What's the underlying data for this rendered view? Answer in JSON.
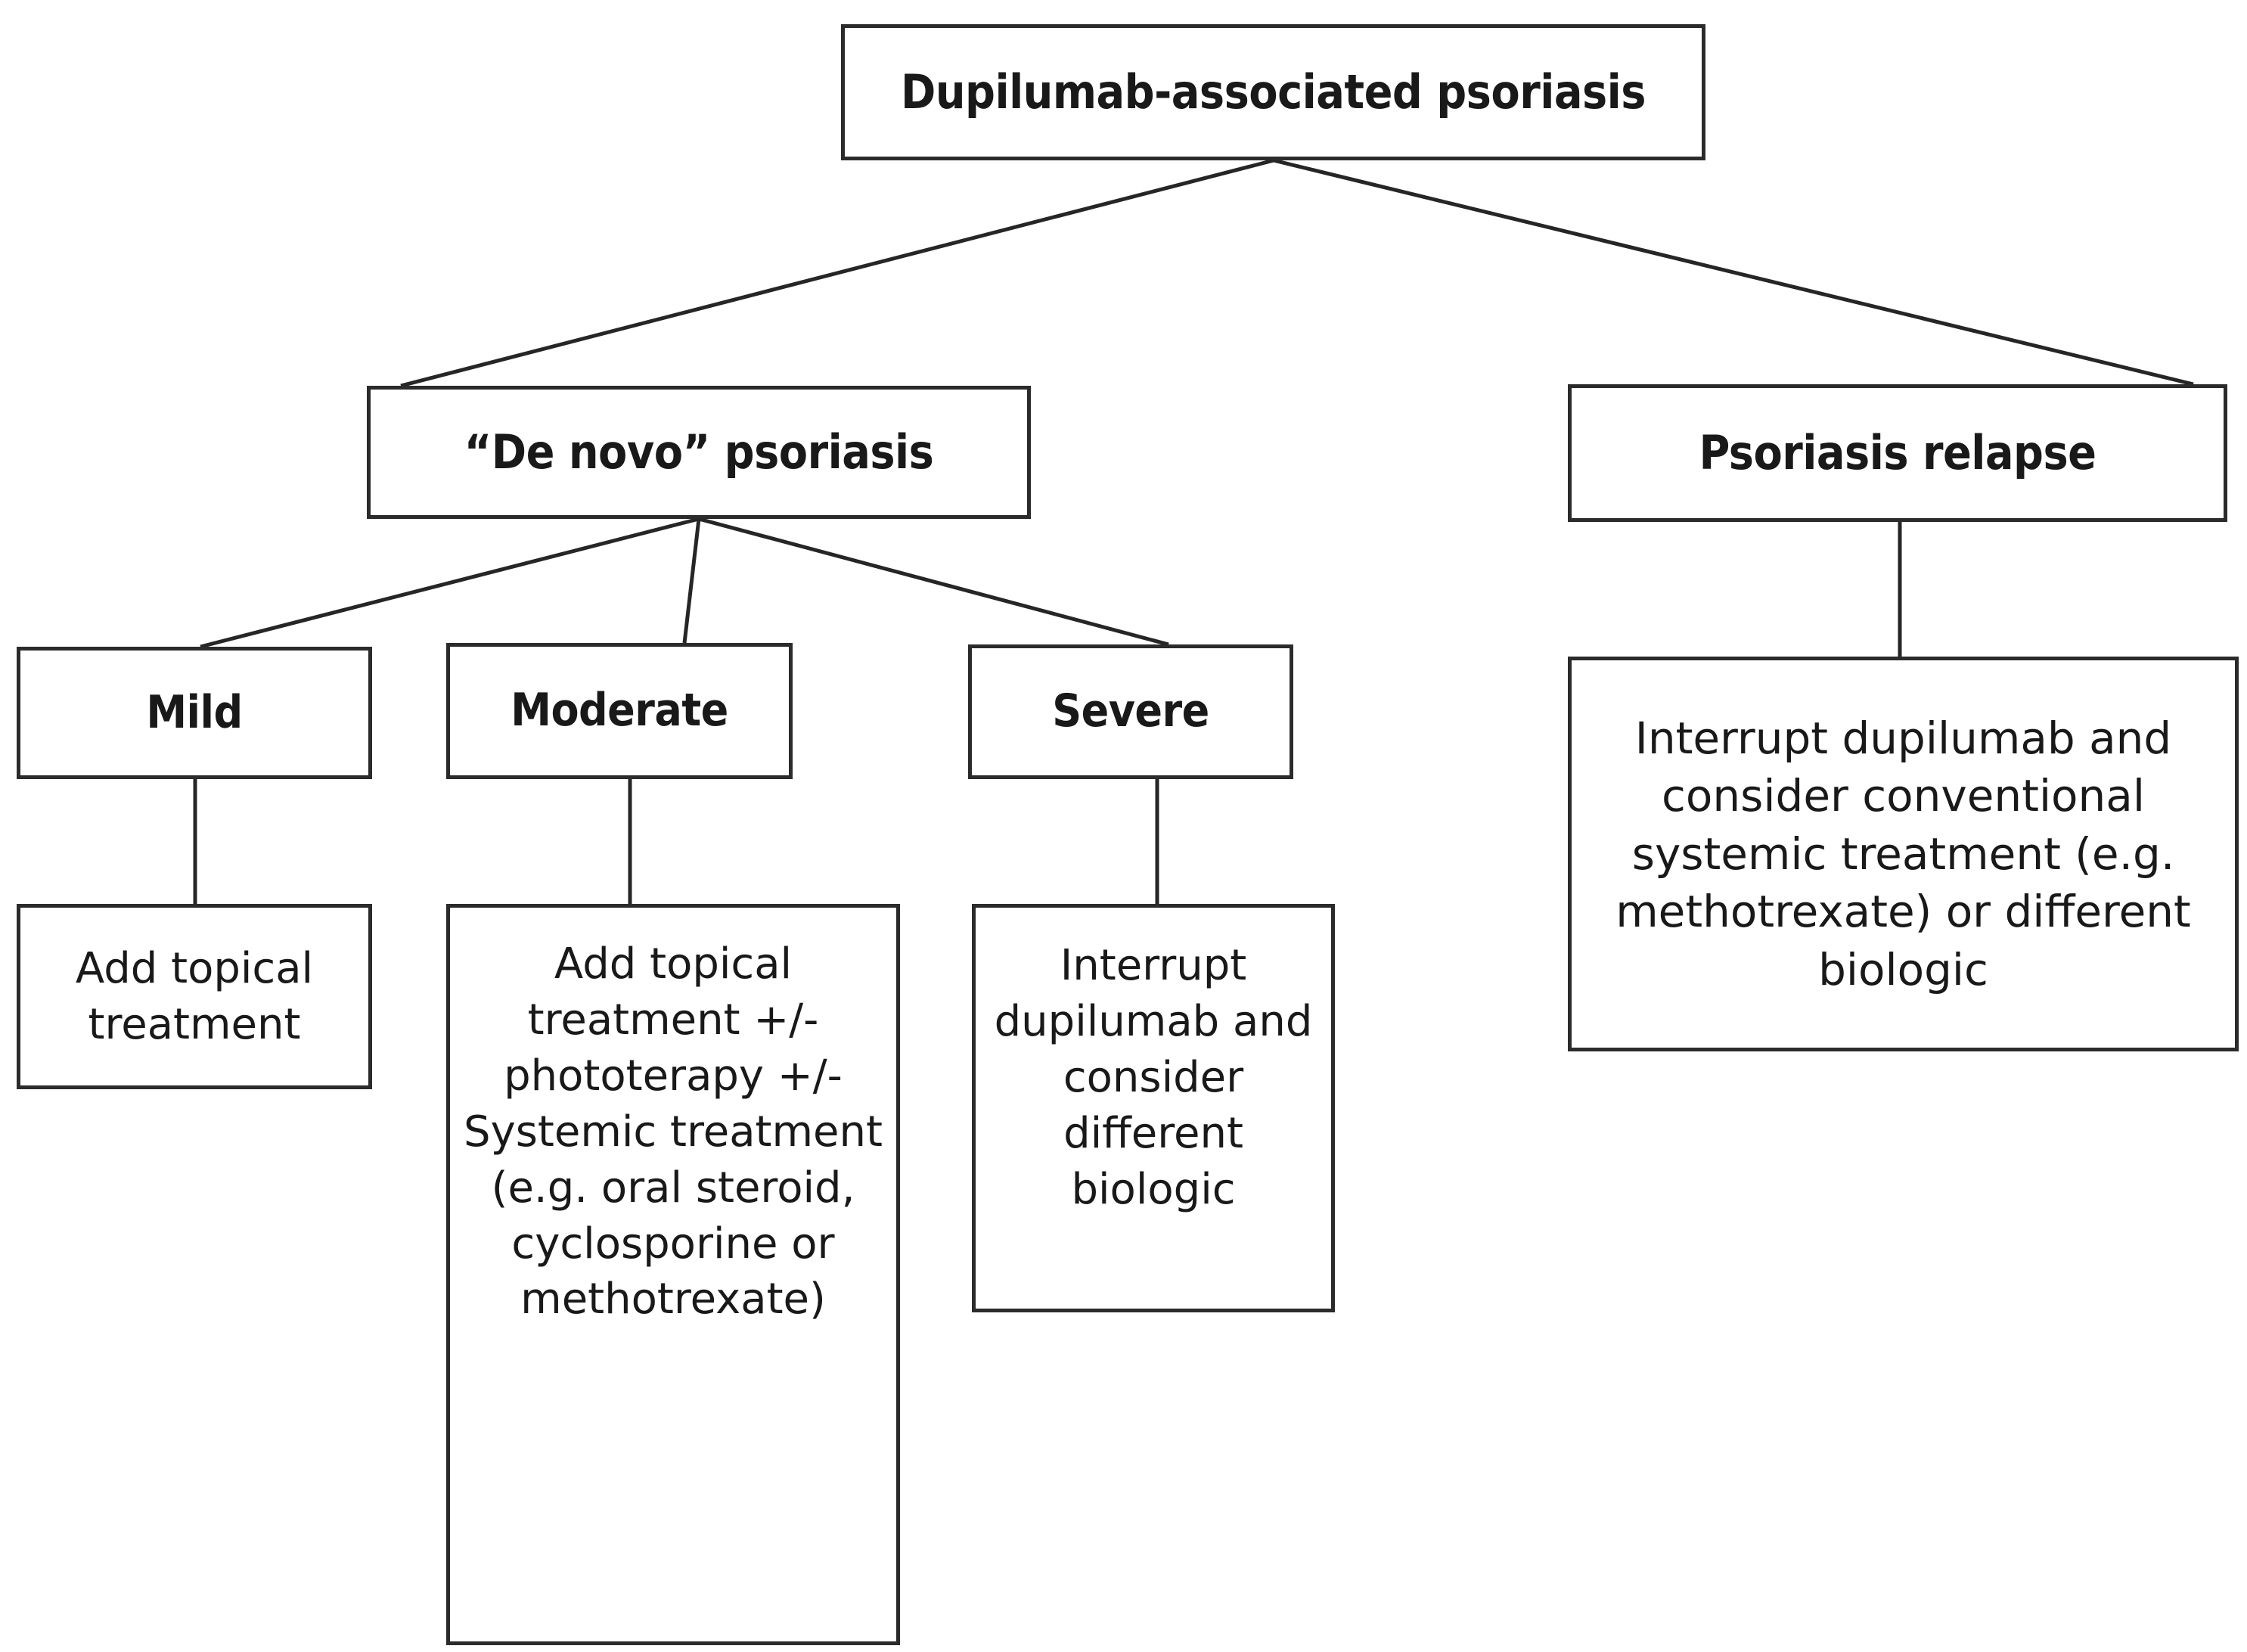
{
  "diagram": {
    "type": "flowchart",
    "orientation": "top-down",
    "nodes": {
      "root": {
        "label": "Dupilumab-associated psoriasis",
        "style": "bold"
      },
      "de_novo": {
        "label": "“De novo” psoriasis",
        "style": "bold"
      },
      "relapse": {
        "label": "Psoriasis relapse",
        "style": "bold"
      },
      "mild": {
        "label": "Mild",
        "style": "bold"
      },
      "moderate": {
        "label": "Moderate",
        "style": "bold"
      },
      "severe": {
        "label": "Severe",
        "style": "bold"
      },
      "tx_mild": {
        "label": "Add topical treatment",
        "style": "plain"
      },
      "tx_moderate": {
        "label": "Add topical treatment +/- phototerapy +/- Systemic treatment (e.g. oral steroid, cyclosporine or methotrexate)",
        "style": "plain"
      },
      "tx_severe": {
        "label": "Interrupt dupilumab and consider different biologic",
        "style": "plain"
      },
      "tx_relapse": {
        "label": "Interrupt dupilumab and consider conventional systemic treatment (e.g. methotrexate) or different biologic",
        "style": "plain"
      }
    },
    "edges": [
      {
        "from": "root",
        "to": "de_novo"
      },
      {
        "from": "root",
        "to": "relapse"
      },
      {
        "from": "de_novo",
        "to": "mild"
      },
      {
        "from": "de_novo",
        "to": "moderate"
      },
      {
        "from": "de_novo",
        "to": "severe"
      },
      {
        "from": "mild",
        "to": "tx_mild"
      },
      {
        "from": "moderate",
        "to": "tx_moderate"
      },
      {
        "from": "severe",
        "to": "tx_severe"
      },
      {
        "from": "relapse",
        "to": "tx_relapse"
      }
    ],
    "colors": {
      "background": "#ffffff",
      "box_border": "#2b2b2b",
      "text": "#191919",
      "connector": "#262626"
    }
  }
}
